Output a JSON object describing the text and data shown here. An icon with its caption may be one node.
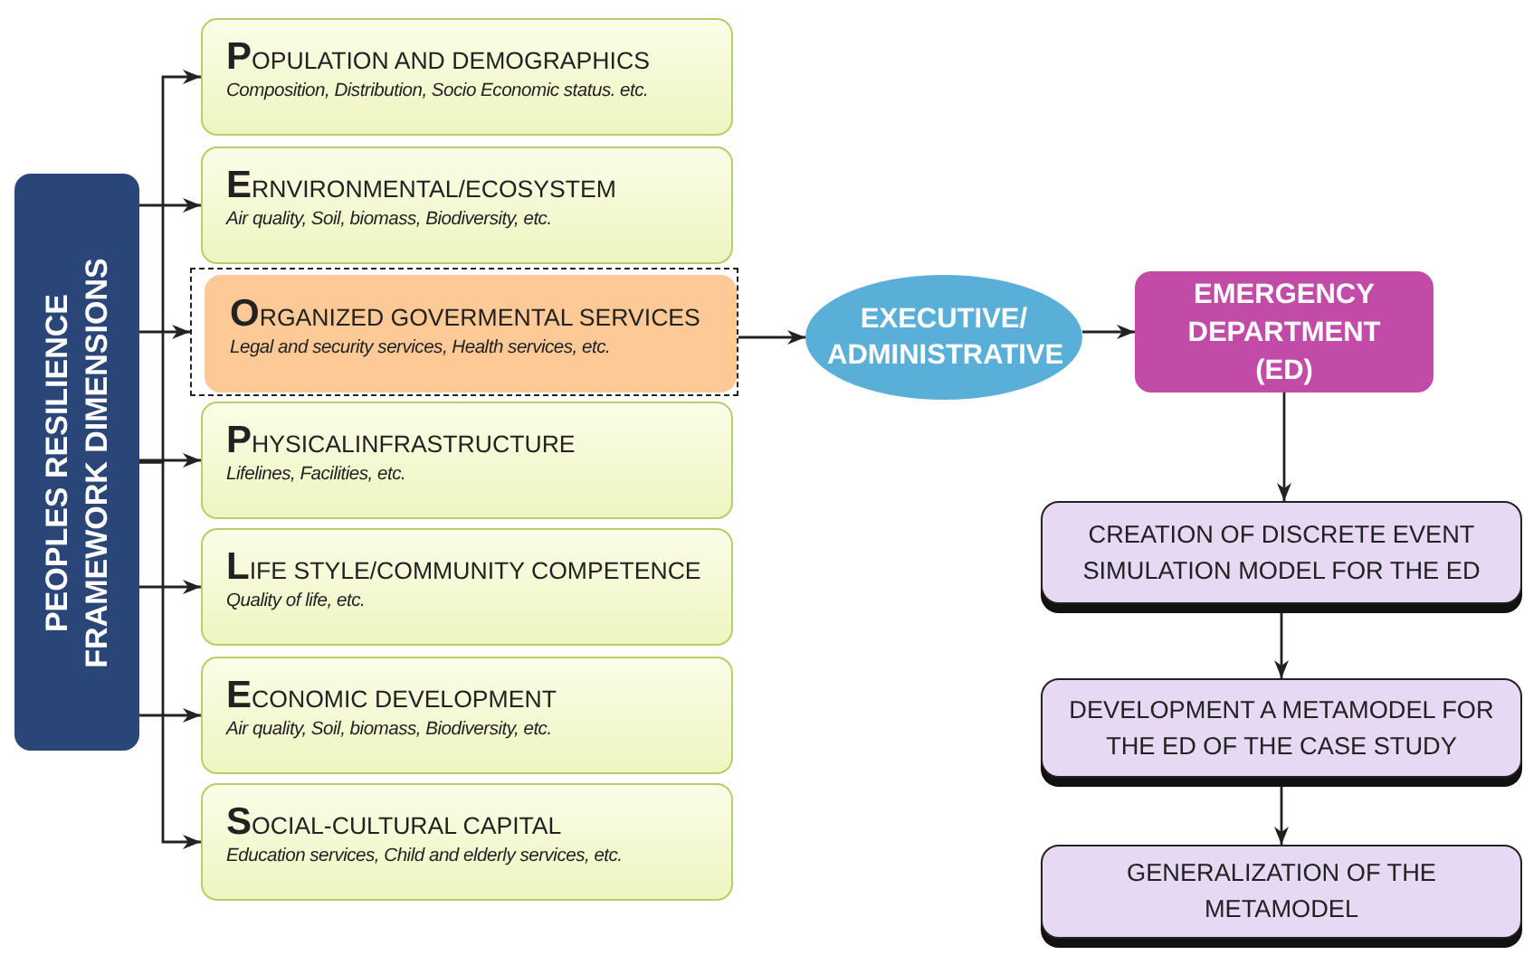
{
  "diagram": {
    "nodes": [
      {
        "text": [
          "PEOPLES RESILIENCE FRAMEWORK DIMENSIONS"
        ]
      },
      {
        "text": [
          "POPULATION AND DEMOGRAPHICS",
          "Composition, Distribution, Socio Economic status. etc."
        ]
      },
      {
        "text": [
          "ERNVIRONMENTAL/ECOSYSTEM",
          "Air quality, Soil, biomass, Biodiversity, etc."
        ]
      },
      {
        "text": [],
        "shape": "box"
      },
      {
        "text": [
          "ORGANIZED GOVERMENTAL SERVICES",
          "Legal and security services, Health services, etc."
        ],
        "in": 3
      },
      {
        "text": [
          "PHYSICALINFRASTRUCTURE",
          "Lifelines, Facilities, etc."
        ]
      },
      {
        "text": [
          "LIFE STYLE/COMMUNITY COMPETENCE",
          "Quality of life, etc."
        ]
      },
      {
        "text": [
          "ECONOMIC DEVELOPMENT",
          "Air quality, Soil, biomass, Biodiversity, etc."
        ]
      },
      {
        "text": [
          "SOCIAL-CULTURAL CAPITAL",
          "Education services, Child and elderly services, etc."
        ]
      },
      {
        "text": [
          "EXECUTIVE/ ADMINISTRATIVE"
        ]
      },
      {
        "text": [
          "EMERGENCY DEPARTMENT (ED)"
        ]
      },
      {
        "text": [
          "CREATION OF DISCRETE EVENT SIMULATION MODEL FOR THE ED"
        ]
      },
      {
        "text": [
          "DEVELOPMENT A METAMODEL FOR THE ED OF THE CASE STUDY"
        ]
      },
      {
        "text": [
          "GENERALIZATION OF THE METAMODEL"
        ]
      }
    ],
    "edges": [
      {
        "from": 0,
        "to": 1,
        "arrow": "to"
      },
      {
        "from": 0,
        "to": 2,
        "arrow": "to"
      },
      {
        "from": 0,
        "to": 3,
        "arrow": "to"
      },
      {
        "from": 0,
        "to": 5,
        "arrow": "to"
      },
      {
        "from": 0,
        "to": 6,
        "arrow": "to"
      },
      {
        "from": 0,
        "to": 7,
        "arrow": "to"
      },
      {
        "from": 0,
        "to": 8,
        "arrow": "to"
      },
      {
        "from": 3,
        "to": 9,
        "arrow": "to"
      },
      {
        "from": 9,
        "to": 10,
        "arrow": "to"
      },
      {
        "from": 10,
        "to": 11,
        "arrow": "to"
      },
      {
        "from": 11,
        "to": 12,
        "arrow": "to"
      },
      {
        "from": 12,
        "to": 13,
        "arrow": "to"
      }
    ]
  }
}
